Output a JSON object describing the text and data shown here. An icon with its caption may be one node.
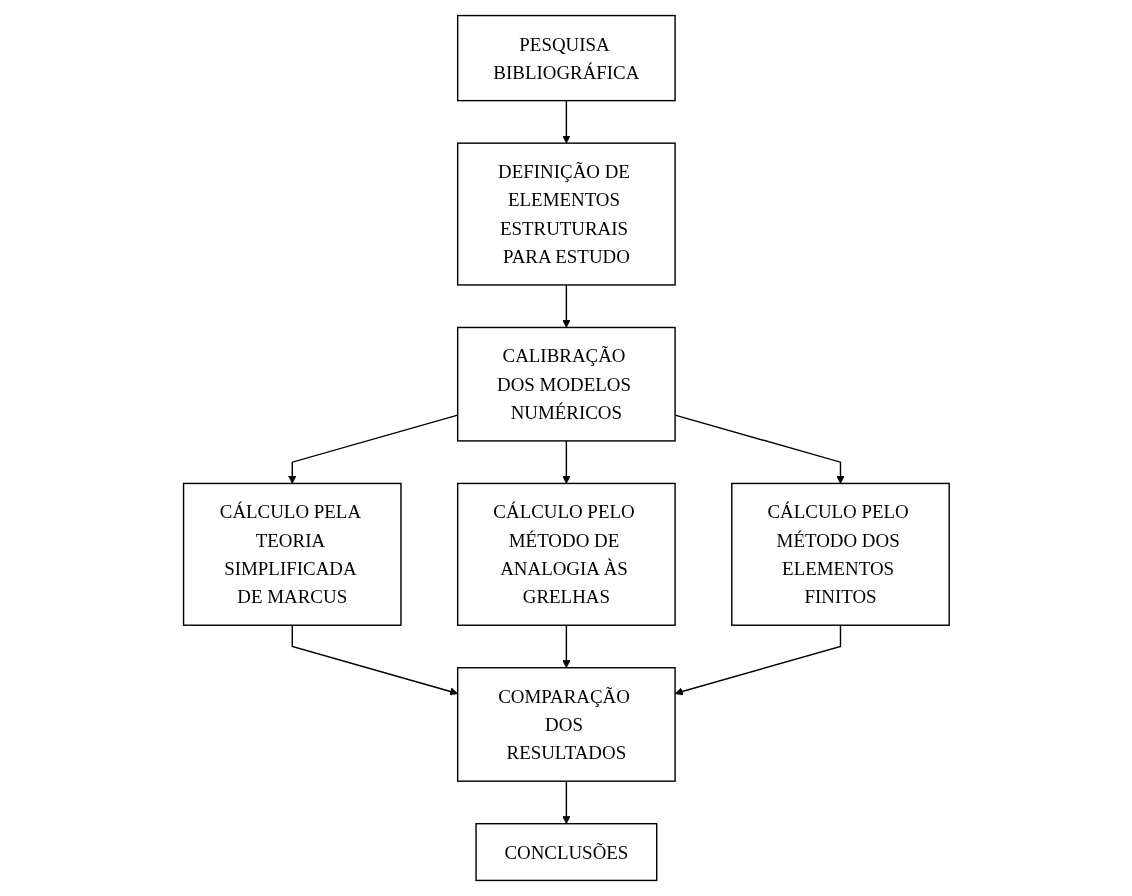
{
  "diagram": {
    "nodes": [
      {
        "text": [
          "PESQUISA BIBLIOGRÁFICA"
        ]
      },
      {
        "text": [
          "DEFINIÇÃO DE ELEMENTOS ESTRUTURAIS PARA ESTUDO"
        ]
      },
      {
        "text": [
          "CALIBRAÇÃO DOS MODELOS NUMÉRICOS"
        ]
      },
      {
        "text": [
          "CÁLCULO PELA TEORIA SIMPLIFICADA DE MARCUS"
        ]
      },
      {
        "text": [
          "CÁLCULO PELO MÉTODO DE ANALOGIA ÀS GRELHAS"
        ]
      },
      {
        "text": [
          "CÁLCULO PELO MÉTODO DOS ELEMENTOS FINITOS"
        ]
      },
      {
        "text": [
          "COMPARAÇÃO DOS RESULTADOS"
        ]
      },
      {
        "text": [
          "CONCLUSÕES"
        ]
      }
    ],
    "edges": [
      {
        "from": 0,
        "to": 1,
        "arrow": "to"
      },
      {
        "from": 1,
        "to": 2,
        "arrow": "to"
      },
      {
        "from": 2,
        "to": 3,
        "arrow": "to"
      },
      {
        "from": 2,
        "to": 4,
        "arrow": "to"
      },
      {
        "from": 2,
        "to": 5,
        "arrow": "to"
      },
      {
        "from": 3,
        "to": 6,
        "arrow": "to"
      },
      {
        "from": 4,
        "to": 6,
        "arrow": "to"
      },
      {
        "from": 5,
        "to": 6,
        "arrow": "to"
      },
      {
        "from": 6,
        "to": 7,
        "arrow": "to"
      }
    ]
  }
}
